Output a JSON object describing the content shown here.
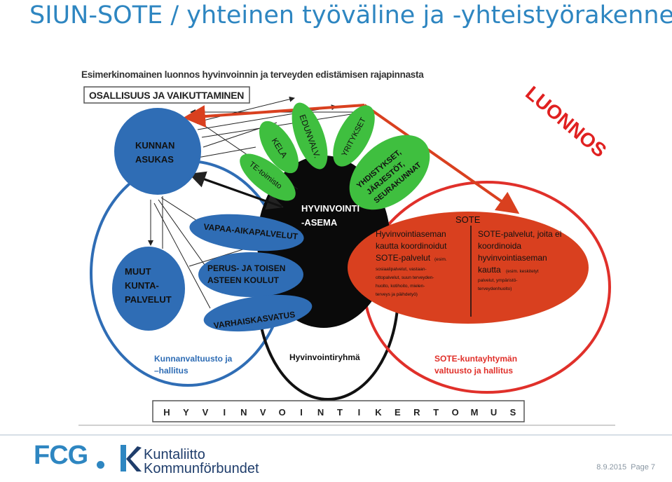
{
  "slide": {
    "title": "SIUN-SOTE / yhteinen työväline ja -yhteistyörakenne"
  },
  "diagram": {
    "caption": "Esimerkinomainen luonnos hyvinvoinnin ja terveyden edistämisen rajapinnasta",
    "participation_box": "OSALLISUUS JA VAIKUTTAMINEN",
    "draft_stamp": "LUONNOS",
    "resident": [
      "KUNNAN",
      "ASUKAS"
    ],
    "other_services": [
      "MUUT",
      "KUNTA-",
      "PALVELUT"
    ],
    "services": {
      "leisure": "VAPAA-AIKAPALVELUT",
      "schools": [
        "PERUS- JA TOISEN",
        "ASTEEN KOULUT"
      ],
      "early_education": "VARHAISKASVATUS"
    },
    "partners": {
      "te": "TE-toimisto",
      "kela": "KELA",
      "eduskunta": "EDUNVALV.",
      "companies": "YRITYKSET",
      "associations": [
        "YHDISTYKSET,",
        "JÄRJESTÖT,",
        "SEURAKUNNAT"
      ]
    },
    "hub": [
      "HYVINVOINTI",
      "-ASEMA"
    ],
    "sote": {
      "label": "SOTE",
      "left_heading": [
        "Hyvinvointiaseman",
        "kautta koordinoidut"
      ],
      "left_subheading": "SOTE-palvelut",
      "left_examples": [
        "(esim.",
        "sosiaalipalvelut, vastaan-",
        "ottopalvelut, suun terveyden-",
        "huolto, kotihoito, mielen-",
        "terveys ja päihdetyö)"
      ],
      "right_heading": [
        "SOTE-palvelut, joita ei",
        "koordinoida",
        "hyvinvointiaseman",
        "kautta"
      ],
      "right_examples": [
        "(esim. keskitetyt",
        "palvelut, ympäristö-",
        "terveydenhuolto)"
      ]
    },
    "circles": {
      "municipality": [
        "Kunnanvaltuusto ja",
        "–hallitus"
      ],
      "wellbeing_group": "Hyvinvointiryhmä",
      "sote_federation": [
        "SOTE-kuntayhtymän",
        "valtuusto ja hallitus"
      ]
    },
    "report_letters": [
      "H",
      "Y",
      "V",
      "I",
      "N",
      "V",
      "O",
      "I",
      "N",
      "T",
      "I",
      "K",
      "E",
      "R",
      "T",
      "O",
      "M",
      "U",
      "S"
    ]
  },
  "footer": {
    "logo_left": "FCG",
    "logo_right": [
      "Kuntaliitto",
      "Kommunförbundet"
    ],
    "date": "8.9.2015",
    "page": "Page 7"
  },
  "colors": {
    "title_blue": "#2E86C1",
    "resident_blue": "#2F6DB5",
    "partner_green": "#3FBF3F",
    "sote_red": "#D9401F",
    "circle_red": "#E0302A",
    "draft_red": "#E02020"
  }
}
